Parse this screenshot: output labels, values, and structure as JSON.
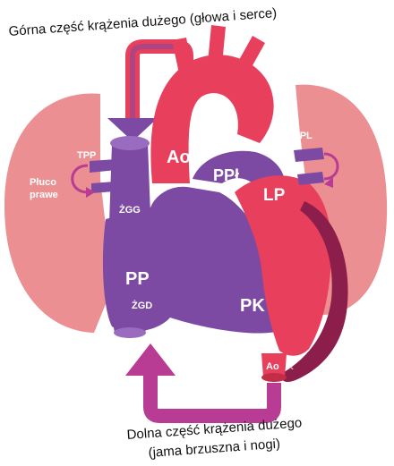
{
  "caption_top": "Górna część krążenia dużego (głowa i serce)",
  "caption_bottom_1": "Dolna część krążenia dużego",
  "caption_bottom_2": "(jama brzuszna i nogi)",
  "labels": {
    "ao": "Ao",
    "ppl": "PPł",
    "lp": "LP",
    "pp": "PP",
    "pk": "PK",
    "zgg": "ŻGG",
    "zgd": "ŻGD",
    "tpp": "TPP",
    "tpl": "TPL",
    "pluco_1": "Płuco",
    "pluco_2": "prawe",
    "ao_bottom": "Ao",
    "k_fragment": "K"
  },
  "colors": {
    "lung": "#ec8f92",
    "artery": "#e73f5c",
    "vein": "#7d4aa3",
    "arrow": "#b83c93",
    "dark_muscle": "#8b1e4a"
  }
}
